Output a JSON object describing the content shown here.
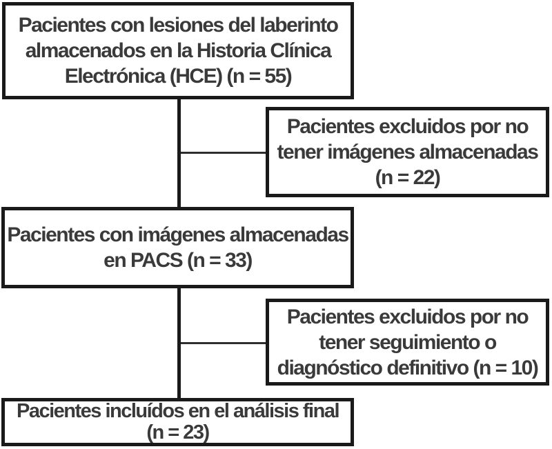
{
  "diagram": {
    "type": "flowchart",
    "language": "es",
    "colors": {
      "box_border": "#1a1a1a",
      "text": "#3a3a3a",
      "background": "#ffffff",
      "connector": "#1a1a1a"
    },
    "boxes": [
      {
        "id": "source-hce",
        "n": 55,
        "lines": [
          "Pacientes con lesiones del laberinto",
          "almacenados en la Historia Clínica",
          "Electrónica (HCE) (n = 55)"
        ]
      },
      {
        "id": "excluded-no-images",
        "n": 22,
        "lines": [
          "Pacientes excluidos por no",
          "tener imágenes almacenadas",
          "(n = 22)"
        ]
      },
      {
        "id": "pacs",
        "n": 33,
        "lines": [
          "Pacientes con imágenes almacenadas",
          "en PACS (n = 33)"
        ]
      },
      {
        "id": "excluded-no-followup",
        "n": 10,
        "lines": [
          "Pacientes excluidos por no",
          "tener seguimiento o",
          "diagnóstico definitivo (n = 10)"
        ]
      },
      {
        "id": "final-analysis",
        "n": 23,
        "lines": [
          "Pacientes incluídos en el análisis final",
          "(n = 23)"
        ]
      }
    ]
  }
}
